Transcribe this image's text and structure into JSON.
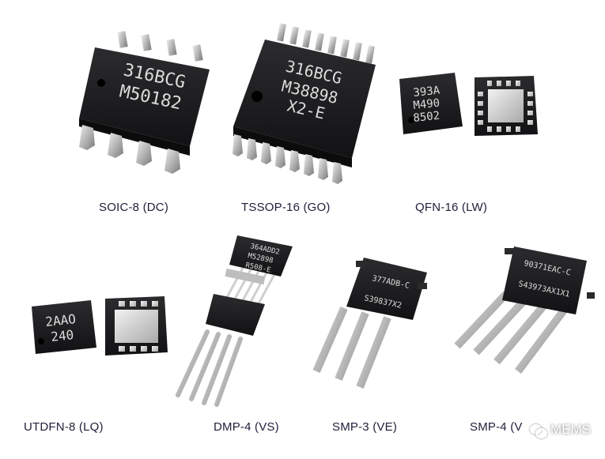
{
  "packages": [
    {
      "id": "soic8",
      "label": "SOIC-8 (DC)",
      "marking": [
        "316BCG",
        "M50182"
      ]
    },
    {
      "id": "tssop16",
      "label": "TSSOP-16 (GO)",
      "marking": [
        "316BCG",
        "M38898",
        "X2-E"
      ]
    },
    {
      "id": "qfn16",
      "label": "QFN-16 (LW)",
      "marking": [
        "393A",
        "M490",
        "8502"
      ]
    },
    {
      "id": "utdfn8",
      "label": "UTDFN-8 (LQ)",
      "marking": [
        "2AAO",
        "240"
      ]
    },
    {
      "id": "dmp4",
      "label": "DMP-4 (VS)",
      "marking": [
        "364ADD2",
        "M52898",
        "R508-E"
      ]
    },
    {
      "id": "smp3",
      "label": "SMP-3 (VE)",
      "marking": [
        "377ADB-C",
        "S39837X2"
      ]
    },
    {
      "id": "smp4",
      "label": "SMP-4 (V",
      "marking": [
        "90371EAC-C",
        "S43973AX1X1"
      ]
    }
  ],
  "watermark": {
    "text": "MEMS",
    "icon": "wechat-icon"
  },
  "colors": {
    "chip": "#1b1b1d",
    "lead": "#b8b8b8",
    "label": "#1f1f3a",
    "background": "#ffffff"
  }
}
